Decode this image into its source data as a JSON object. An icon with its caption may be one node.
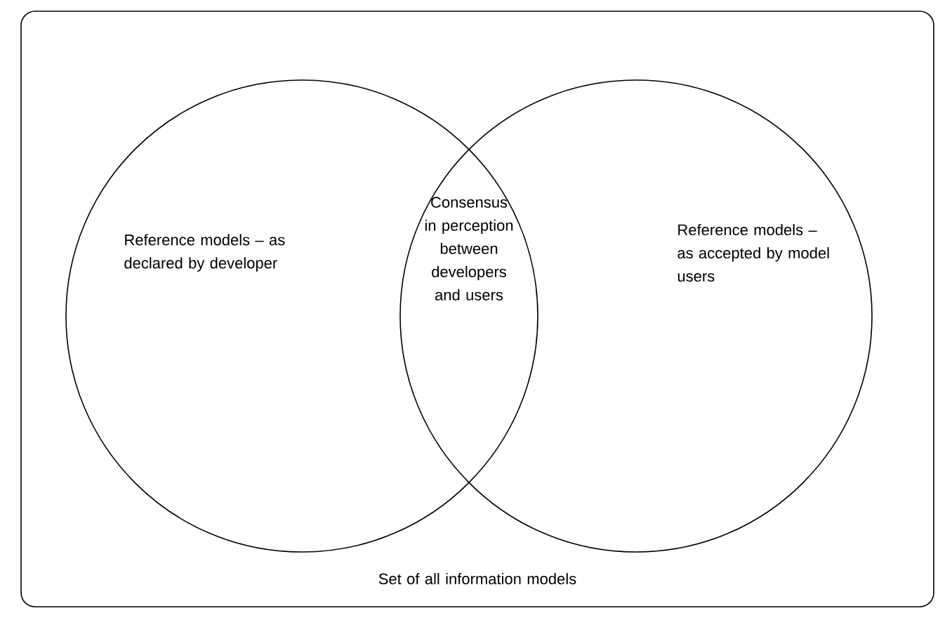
{
  "diagram": {
    "nodes": [
      {
        "text": [
          "Set of all information models"
        ]
      },
      {
        "text": [
          "Reference models – as declared by developer"
        ],
        "in": 0
      },
      {
        "text": [
          "Reference models – as accepted by model users"
        ],
        "in": 0
      }
    ],
    "labels": [
      "Consensus in perception between developers and users"
    ]
  }
}
